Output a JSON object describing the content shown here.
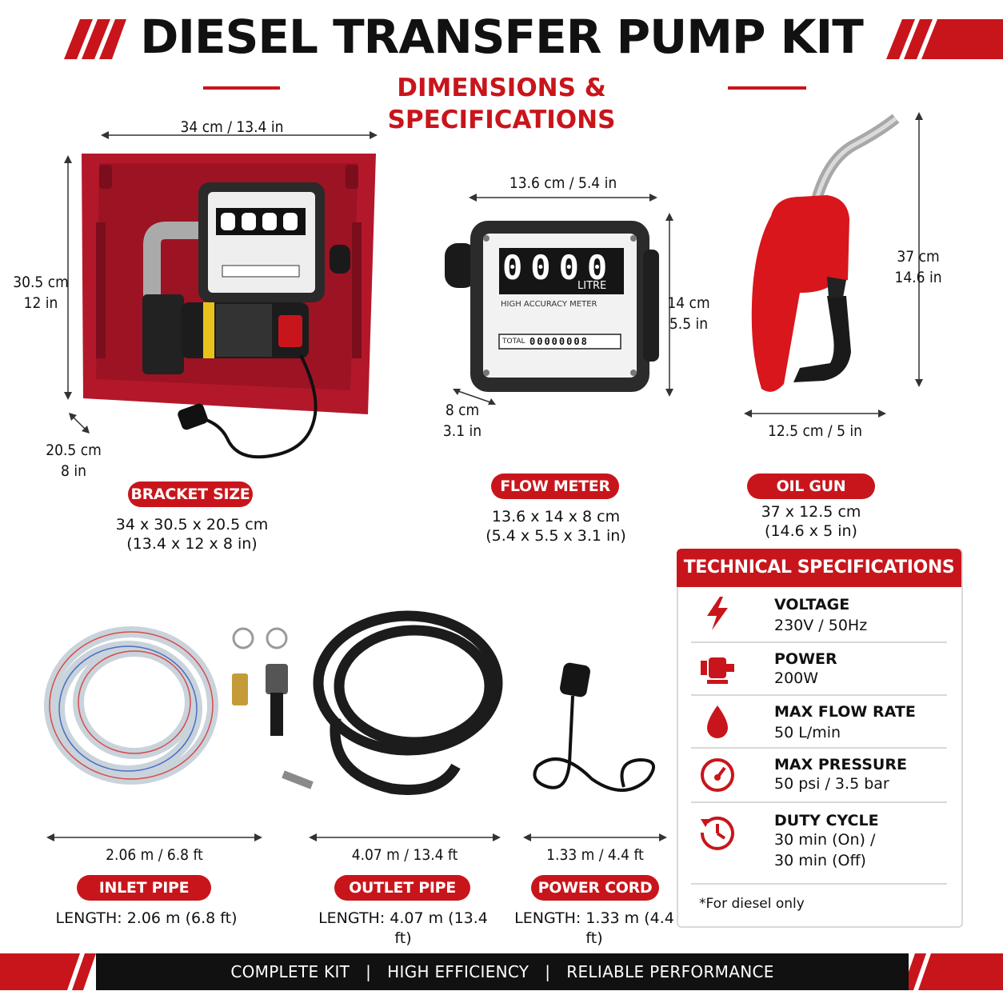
{
  "header": {
    "title": "DIESEL TRANSFER PUMP KIT",
    "subtitle": "DIMENSIONS & SPECIFICATIONS"
  },
  "bracket": {
    "width": "34 cm / 13.4 in",
    "height_cm": "30.5 cm",
    "height_in": "12 in",
    "depth_cm": "20.5 cm",
    "depth_in": "8 in",
    "label": "BRACKET SIZE",
    "size_line1": "34 x 30.5 x 20.5 cm",
    "size_line2": "(13.4 x 12 x 8 in)"
  },
  "meter": {
    "width": "13.6 cm / 5.4 in",
    "height_cm": "14 cm",
    "height_in": "5.5 in",
    "depth_cm": "8 cm",
    "depth_in": "3.1 in",
    "label": "FLOW METER",
    "size_line1": "13.6 x 14 x 8 cm",
    "size_line2": "(5.4 x 5.5 x 3.1 in)",
    "dial_digits": "0000",
    "dial_unit": "LITRE",
    "dial_caption": "HIGH ACCURACY METER",
    "total_label": "TOTAL",
    "total_digits": "00000008"
  },
  "gun": {
    "height_cm": "37 cm",
    "height_in": "14.6 in",
    "width": "12.5 cm / 5 in",
    "label": "OIL GUN",
    "size_line1": "37 x 12.5 cm",
    "size_line2": "(14.6 x 5 in)"
  },
  "inlet": {
    "length": "2.06 m / 6.8 ft",
    "label": "INLET PIPE",
    "caption": "LENGTH: 2.06 m (6.8 ft)"
  },
  "outlet": {
    "length": "4.07 m / 13.4 ft",
    "label": "OUTLET PIPE",
    "caption": "LENGTH: 4.07 m (13.4 ft)"
  },
  "cord": {
    "length": "1.33 m / 4.4 ft",
    "label": "POWER CORD",
    "caption": "LENGTH: 1.33 m (4.4 ft)"
  },
  "specs": {
    "title": "TECHNICAL SPECIFICATIONS",
    "items": [
      {
        "label": "VOLTAGE",
        "value": "230V / 50Hz",
        "icon": "lightning-icon"
      },
      {
        "label": "POWER",
        "value": "200W",
        "icon": "motor-icon"
      },
      {
        "label": "MAX FLOW RATE",
        "value": "50 L/min",
        "icon": "drop-icon"
      },
      {
        "label": "MAX PRESSURE",
        "value": "50 psi / 3.5 bar",
        "icon": "gauge-icon"
      },
      {
        "label": "DUTY CYCLE",
        "value": "30 min (On) /",
        "value2": "30 min (Off)",
        "icon": "clock-icon"
      }
    ],
    "note": "*For diesel only"
  },
  "footer": {
    "text": "COMPLETE KIT   |   HIGH EFFICIENCY   |   RELIABLE PERFORMANCE"
  },
  "colors": {
    "accent": "#c8151b",
    "bracket": "#b3182a",
    "dark": "#111111"
  }
}
